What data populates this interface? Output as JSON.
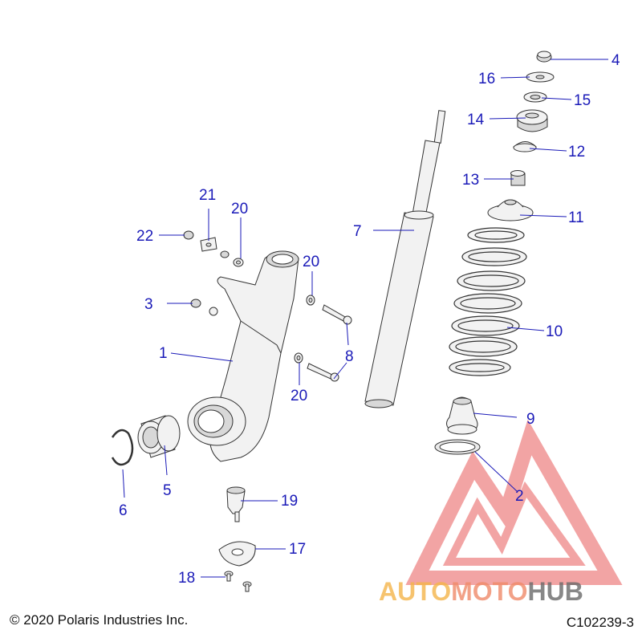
{
  "copyright": "© 2020 Polaris Industries Inc.",
  "diagram_code": "C102239-3",
  "watermark": {
    "part1": "AUTO",
    "part2": "MOTO",
    "part3": "HUB",
    "color1": "#f5b54a",
    "color2": "#f08a6a",
    "color3": "#6a6a6a",
    "triangle_color": "#e85a5a"
  },
  "callouts": {
    "c1": "1",
    "c2": "2",
    "c3": "3",
    "c4": "4",
    "c5": "5",
    "c6": "6",
    "c7": "7",
    "c8": "8",
    "c8b": "",
    "c9": "9",
    "c10": "10",
    "c11": "11",
    "c12": "12",
    "c13": "13",
    "c14": "14",
    "c15": "15",
    "c16": "16",
    "c17": "17",
    "c18": "18",
    "c19": "19",
    "c20a": "20",
    "c20b": "20",
    "c20c": "20",
    "c21": "21",
    "c22": "22"
  },
  "colors": {
    "callout": "#1a1ab8"
  }
}
